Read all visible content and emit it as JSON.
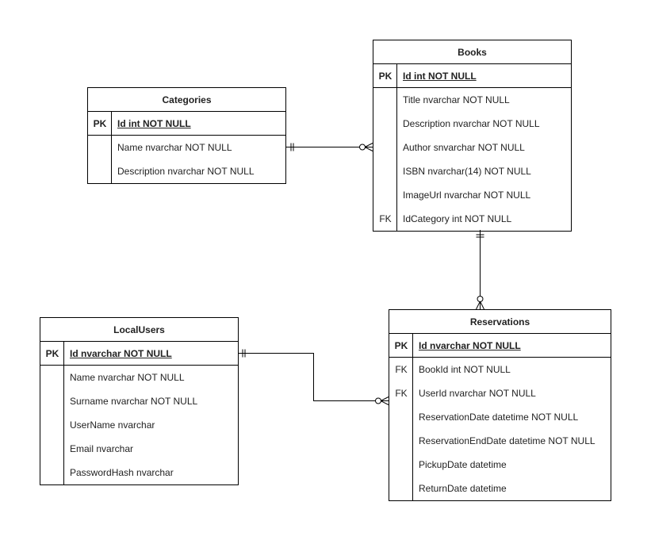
{
  "entities": {
    "categories": {
      "title": "Categories",
      "rows": [
        {
          "key": "PK",
          "field": "Id int NOT NULL"
        },
        {
          "key": "",
          "field": "Name nvarchar NOT NULL"
        },
        {
          "key": "",
          "field": "Description nvarchar NOT NULL"
        }
      ]
    },
    "books": {
      "title": "Books",
      "rows": [
        {
          "key": "PK",
          "field": "Id int NOT NULL"
        },
        {
          "key": "",
          "field": "Title nvarchar NOT NULL"
        },
        {
          "key": "",
          "field": "Description nvarchar NOT NULL"
        },
        {
          "key": "",
          "field": "Author snvarchar NOT NULL"
        },
        {
          "key": "",
          "field": "ISBN nvarchar(14) NOT NULL"
        },
        {
          "key": "",
          "field": "ImageUrl nvarchar NOT NULL"
        },
        {
          "key": "FK",
          "field": "IdCategory int NOT NULL"
        }
      ]
    },
    "localusers": {
      "title": "LocalUsers",
      "rows": [
        {
          "key": "PK",
          "field": "Id nvarchar NOT NULL"
        },
        {
          "key": "",
          "field": "Name nvarchar NOT NULL"
        },
        {
          "key": "",
          "field": "Surname nvarchar NOT NULL"
        },
        {
          "key": "",
          "field": "UserName nvarchar"
        },
        {
          "key": "",
          "field": "Email nvarchar"
        },
        {
          "key": "",
          "field": "PasswordHash nvarchar"
        }
      ]
    },
    "reservations": {
      "title": "Reservations",
      "rows": [
        {
          "key": "PK",
          "field": "Id nvarchar NOT NULL"
        },
        {
          "key": "FK",
          "field": "BookId int NOT NULL"
        },
        {
          "key": "FK",
          "field": "UserId nvarchar NOT NULL"
        },
        {
          "key": "",
          "field": "ReservationDate datetime NOT NULL"
        },
        {
          "key": "",
          "field": "ReservationEndDate datetime NOT NULL"
        },
        {
          "key": "",
          "field": "PickupDate datetime"
        },
        {
          "key": "",
          "field": "ReturnDate datetime"
        }
      ]
    }
  },
  "relationships": [
    {
      "from": "categories",
      "to": "books",
      "from_end": "one-mandatory",
      "to_end": "zero-or-many"
    },
    {
      "from": "books",
      "to": "reservations",
      "from_end": "one-mandatory",
      "to_end": "zero-or-many"
    },
    {
      "from": "localusers",
      "to": "reservations",
      "from_end": "one-mandatory",
      "to_end": "zero-or-many"
    }
  ]
}
